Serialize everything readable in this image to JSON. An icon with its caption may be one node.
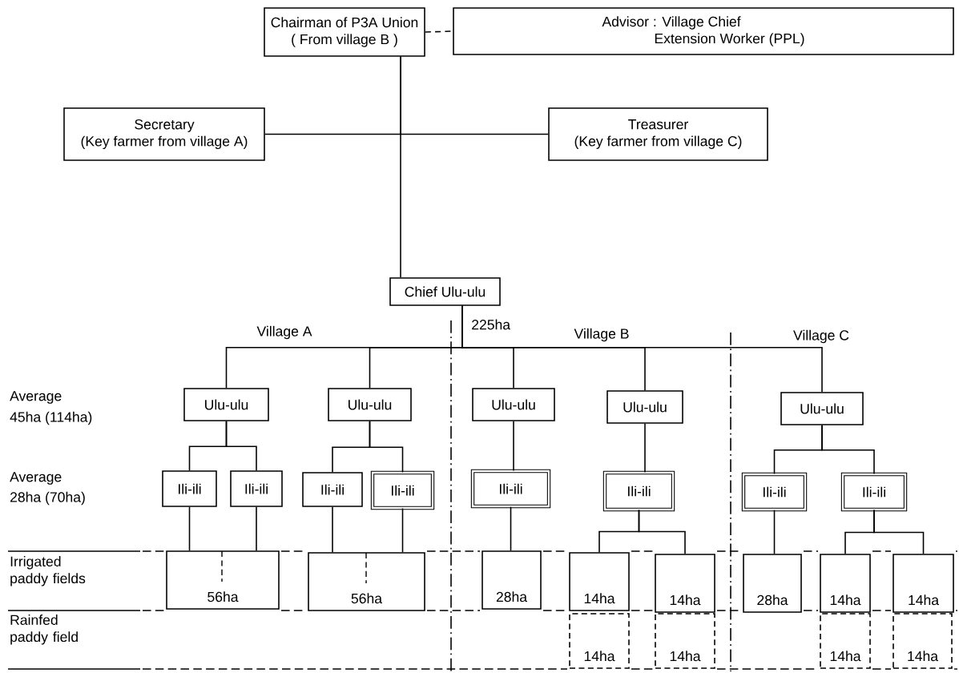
{
  "diagram": {
    "nodes": [
      {
        "text": [
          "Chairman of P3A Union",
          "( From village B )"
        ]
      },
      {
        "text": [
          "Advisor : Village Chief",
          "Extension Worker (PPL)"
        ]
      },
      {
        "text": [
          "Secretary",
          "(Key farmer from village A)"
        ]
      },
      {
        "text": [
          "Treasurer",
          "(Key farmer from village C)"
        ]
      },
      {
        "text": [
          "Chief Ulu-ulu"
        ],
        "beside": [
          "225ha"
        ]
      },
      {
        "text": [
          "Ulu-ulu"
        ]
      },
      {
        "text": [
          "Ulu-ulu"
        ]
      },
      {
        "text": [
          "Ulu-ulu"
        ]
      },
      {
        "text": [
          "Ulu-ulu"
        ]
      },
      {
        "text": [
          "Ulu-ulu"
        ]
      },
      {
        "text": [
          "Ili-ili"
        ]
      },
      {
        "text": [
          "Ili-ili"
        ]
      },
      {
        "text": [
          "Ili-ili"
        ]
      },
      {
        "text": [
          "Ili-ili"
        ]
      },
      {
        "text": [
          "Ili-ili"
        ]
      },
      {
        "text": [
          "Ili-ili"
        ]
      },
      {
        "text": [
          "Ili-ili"
        ]
      },
      {
        "text": [
          "Ili-ili"
        ]
      },
      {
        "text": [
          "56ha"
        ]
      },
      {
        "text": [
          "56ha"
        ]
      },
      {
        "text": [
          "28ha"
        ]
      },
      {
        "text": [
          "14ha"
        ]
      },
      {
        "text": [
          "14ha"
        ]
      },
      {
        "text": [
          "28ha"
        ]
      },
      {
        "text": [
          "14ha"
        ]
      },
      {
        "text": [
          "14ha"
        ]
      },
      {
        "text": [
          "14ha"
        ]
      },
      {
        "text": [
          "14ha"
        ]
      },
      {
        "text": [
          "14ha"
        ]
      },
      {
        "text": [
          "14ha"
        ]
      }
    ],
    "edges": [
      {
        "from": 0,
        "to": 1,
        "arrow": "none",
        "style": "dashed"
      },
      {
        "from": 0,
        "to": 2,
        "arrow": "none"
      },
      {
        "from": 0,
        "to": 3,
        "arrow": "none"
      },
      {
        "from": 0,
        "to": 4,
        "arrow": "none"
      },
      {
        "from": 4,
        "to": 5,
        "arrow": "none"
      },
      {
        "from": 4,
        "to": 6,
        "arrow": "none"
      },
      {
        "from": 4,
        "to": 7,
        "arrow": "none"
      },
      {
        "from": 4,
        "to": 8,
        "arrow": "none"
      },
      {
        "from": 4,
        "to": 9,
        "arrow": "none"
      },
      {
        "from": 5,
        "to": 10,
        "arrow": "none"
      },
      {
        "from": 5,
        "to": 11,
        "arrow": "none"
      },
      {
        "from": 6,
        "to": 12,
        "arrow": "none"
      },
      {
        "from": 6,
        "to": 13,
        "arrow": "none"
      },
      {
        "from": 7,
        "to": 14,
        "arrow": "none"
      },
      {
        "from": 8,
        "to": 15,
        "arrow": "none"
      },
      {
        "from": 9,
        "to": 16,
        "arrow": "none"
      },
      {
        "from": 9,
        "to": 17,
        "arrow": "none"
      },
      {
        "from": 10,
        "to": 18,
        "arrow": "none"
      },
      {
        "from": 11,
        "to": 18,
        "arrow": "none"
      },
      {
        "from": 12,
        "to": 19,
        "arrow": "none"
      },
      {
        "from": 13,
        "to": 19,
        "arrow": "none"
      },
      {
        "from": 14,
        "to": 20,
        "arrow": "none"
      },
      {
        "from": 15,
        "to": 21,
        "arrow": "none"
      },
      {
        "from": 15,
        "to": 22,
        "arrow": "none"
      },
      {
        "from": 16,
        "to": 23,
        "arrow": "none"
      },
      {
        "from": 17,
        "to": 24,
        "arrow": "none"
      },
      {
        "from": 17,
        "to": 25,
        "arrow": "none"
      }
    ],
    "labels": [
      "Village A",
      "Village B",
      "Village C",
      "Average",
      "45ha (114ha)",
      "Average",
      "28ha (70ha)",
      "Irrigated paddy fields",
      "Rainfed paddy field"
    ]
  }
}
